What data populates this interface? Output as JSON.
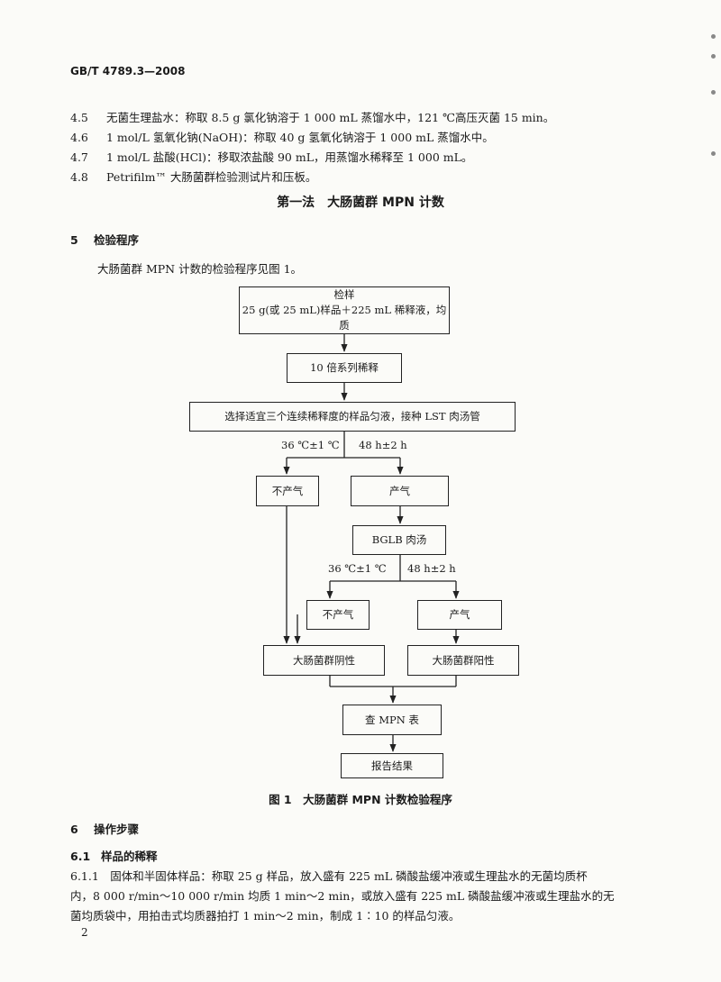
{
  "header": {
    "standard": "GB/T 4789.3—2008"
  },
  "reagents": [
    {
      "num": "4.5",
      "text": "无菌生理盐水：称取 8.5 g 氯化钠溶于 1 000 mL 蒸馏水中，121 ℃高压灭菌 15 min。"
    },
    {
      "num": "4.6",
      "text": "1 mol/L 氢氧化钠(NaOH)：称取 40 g 氢氧化钠溶于 1 000 mL 蒸馏水中。"
    },
    {
      "num": "4.7",
      "text": "1 mol/L 盐酸(HCl)：移取浓盐酸 90 mL，用蒸馏水稀释至 1 000 mL。"
    },
    {
      "num": "4.8",
      "text": "Petrifilm™ 大肠菌群检验测试片和压板。"
    }
  ],
  "method_title": "第一法　大肠菌群 MPN 计数",
  "section5": {
    "num": "5",
    "title": "检验程序"
  },
  "section5_intro": "大肠菌群 MPN 计数的检验程序见图 1。",
  "flowchart": {
    "sample_line1": "检样",
    "sample_line2": "25 g(或 25 mL)样品＋225 mL 稀释液，均质",
    "dilution": "10 倍系列稀释",
    "inoculate": "选择适宜三个连续稀释度的样品匀液，接种 LST 肉汤管",
    "cond1_temp": "36 ℃±1 ℃",
    "cond1_time": "48 h±2 h",
    "no_gas_1": "不产气",
    "gas_1": "产气",
    "bglb": "BGLB 肉汤",
    "cond2_temp": "36 ℃±1 ℃",
    "cond2_time": "48 h±2 h",
    "no_gas_2": "不产气",
    "gas_2": "产气",
    "negative": "大肠菌群阴性",
    "positive": "大肠菌群阳性",
    "mpn_table": "查 MPN 表",
    "report": "报告结果"
  },
  "figure_caption": "图 1　大肠菌群 MPN 计数检验程序",
  "section6": {
    "num": "6",
    "title": "操作步骤"
  },
  "section61": {
    "num": "6.1",
    "title": "样品的稀释"
  },
  "para611": {
    "line1": "6.1.1　固体和半固体样品：称取 25 g 样品，放入盛有 225 mL 磷酸盐缓冲液或生理盐水的无菌均质杯",
    "line2": "内，8 000 r/min～10 000 r/min 均质 1 min～2 min，或放入盛有 225 mL 磷酸盐缓冲液或生理盐水的无",
    "line3": "菌均质袋中，用拍击式均质器拍打 1 min～2 min，制成 1∶10 的样品匀液。"
  },
  "page_number": "2"
}
